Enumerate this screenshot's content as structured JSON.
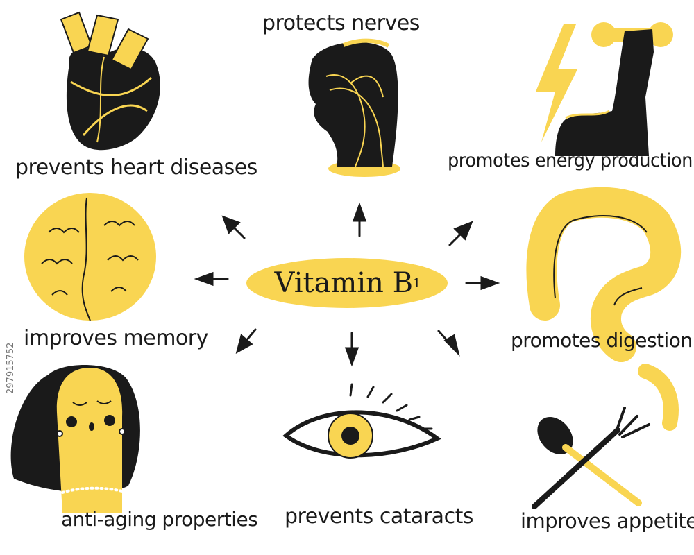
{
  "colors": {
    "accent": "#F9D552",
    "ink": "#1A1A1A",
    "background": "#FFFFFF"
  },
  "center": {
    "title": "Vitamin B",
    "subscript": "1"
  },
  "benefits": [
    {
      "label": "prevents heart diseases",
      "icon": "heart-icon"
    },
    {
      "label": "protects nerves",
      "icon": "head-nerves-icon"
    },
    {
      "label": "promotes energy production",
      "icon": "flexed-arm-icon"
    },
    {
      "label": "improves memory",
      "icon": "brain-icon"
    },
    {
      "label": "promotes digestion",
      "icon": "intestine-icon"
    },
    {
      "label": "anti-aging properties",
      "icon": "woman-face-icon"
    },
    {
      "label": "prevents cataracts",
      "icon": "eye-icon"
    },
    {
      "label": "improves appetite",
      "icon": "fork-spoon-icon"
    }
  ],
  "watermark": "297915752"
}
